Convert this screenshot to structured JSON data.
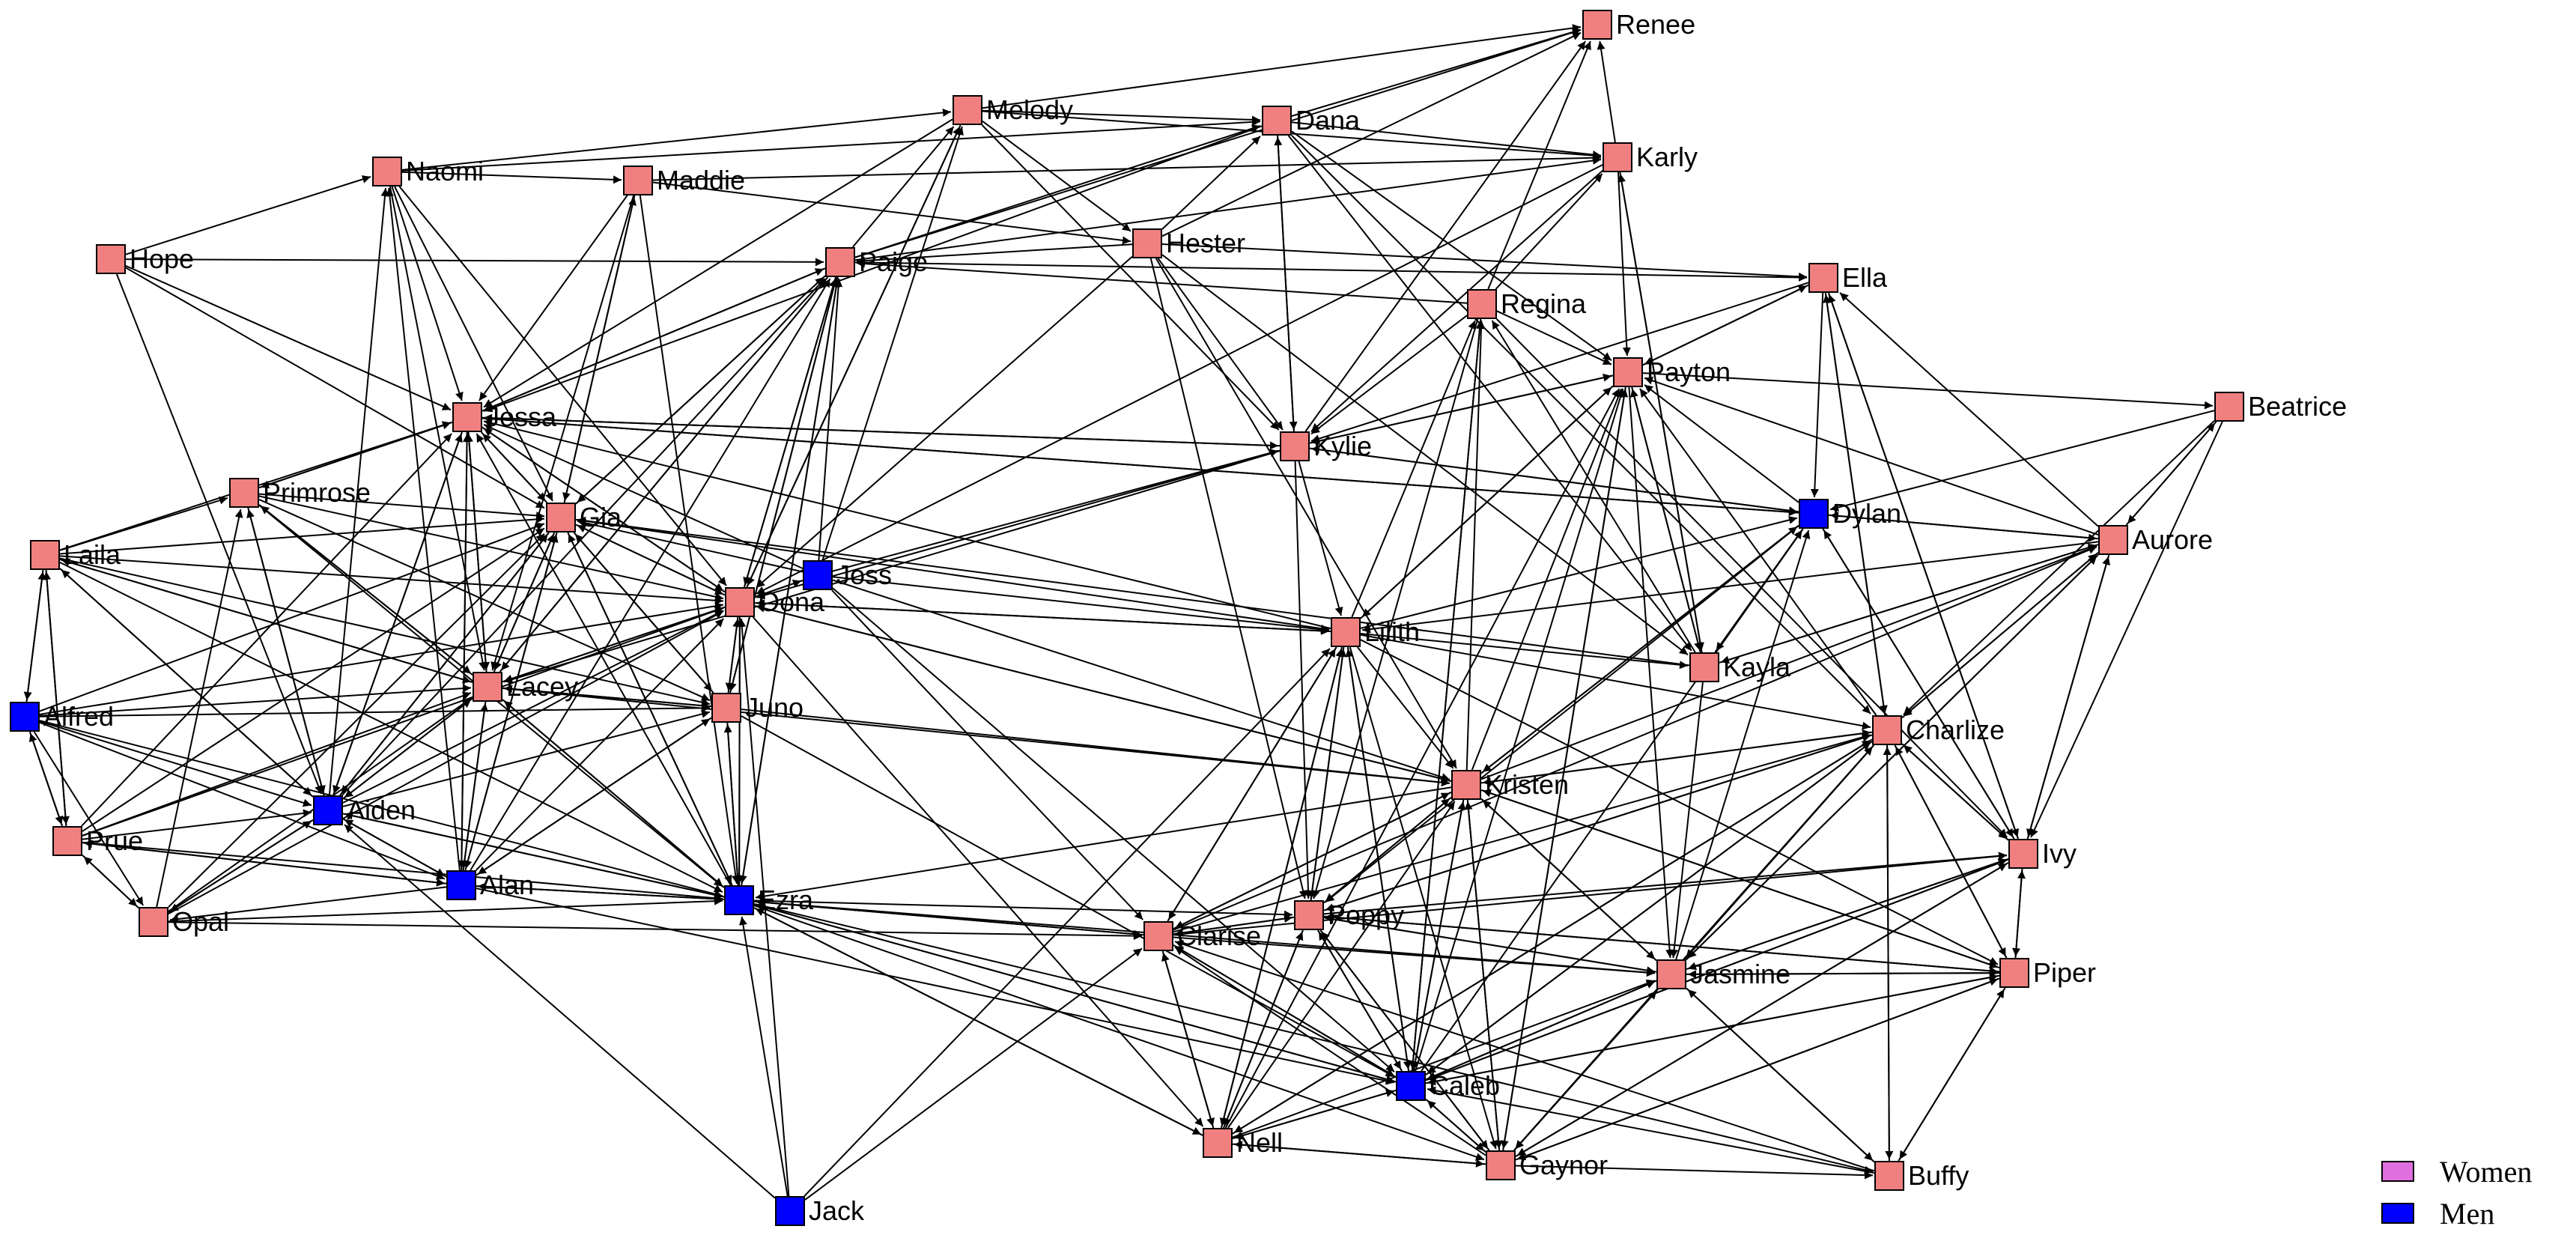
{
  "colors": {
    "women": "#f08080",
    "men": "#0000ff",
    "women_legend": "#e070e0",
    "edge": "#000000"
  },
  "legend": {
    "women": "Women",
    "men": "Men"
  },
  "nodes": [
    {
      "id": "Renee",
      "gender": "women"
    },
    {
      "id": "Melody",
      "gender": "women"
    },
    {
      "id": "Dana",
      "gender": "women"
    },
    {
      "id": "Karly",
      "gender": "women"
    },
    {
      "id": "Naomi",
      "gender": "women"
    },
    {
      "id": "Maddie",
      "gender": "women"
    },
    {
      "id": "Hope",
      "gender": "women"
    },
    {
      "id": "Paige",
      "gender": "women"
    },
    {
      "id": "Hester",
      "gender": "women"
    },
    {
      "id": "Ella",
      "gender": "women"
    },
    {
      "id": "Regina",
      "gender": "women"
    },
    {
      "id": "Payton",
      "gender": "women"
    },
    {
      "id": "Beatrice",
      "gender": "women"
    },
    {
      "id": "Jessa",
      "gender": "women"
    },
    {
      "id": "Kylie",
      "gender": "women"
    },
    {
      "id": "Primrose",
      "gender": "women"
    },
    {
      "id": "Gia",
      "gender": "women"
    },
    {
      "id": "Dylan",
      "gender": "men"
    },
    {
      "id": "Aurore",
      "gender": "women"
    },
    {
      "id": "Laila",
      "gender": "women"
    },
    {
      "id": "Joss",
      "gender": "men"
    },
    {
      "id": "Oona",
      "gender": "women"
    },
    {
      "id": "Lilith",
      "gender": "women"
    },
    {
      "id": "Kayla",
      "gender": "women"
    },
    {
      "id": "Alfred",
      "gender": "men"
    },
    {
      "id": "Lacey",
      "gender": "women"
    },
    {
      "id": "Juno",
      "gender": "women"
    },
    {
      "id": "Charlize",
      "gender": "women"
    },
    {
      "id": "Kristen",
      "gender": "women"
    },
    {
      "id": "Aiden",
      "gender": "men"
    },
    {
      "id": "Prue",
      "gender": "women"
    },
    {
      "id": "Ivy",
      "gender": "women"
    },
    {
      "id": "Alan",
      "gender": "men"
    },
    {
      "id": "Ezra",
      "gender": "men"
    },
    {
      "id": "Opal",
      "gender": "women"
    },
    {
      "id": "Poppy",
      "gender": "women"
    },
    {
      "id": "Clarise",
      "gender": "women"
    },
    {
      "id": "Jasmine",
      "gender": "women"
    },
    {
      "id": "Piper",
      "gender": "women"
    },
    {
      "id": "Caleb",
      "gender": "men"
    },
    {
      "id": "Nell",
      "gender": "women"
    },
    {
      "id": "Gaynor",
      "gender": "women"
    },
    {
      "id": "Buffy",
      "gender": "women"
    },
    {
      "id": "Jack",
      "gender": "men"
    }
  ],
  "edges": [
    [
      "Naomi",
      "Maddie"
    ],
    [
      "Naomi",
      "Jessa"
    ],
    [
      "Naomi",
      "Gia"
    ],
    [
      "Naomi",
      "Lacey"
    ],
    [
      "Naomi",
      "Oona"
    ],
    [
      "Naomi",
      "Melody"
    ],
    [
      "Naomi",
      "Dana"
    ],
    [
      "Hope",
      "Naomi"
    ],
    [
      "Hope",
      "Jessa"
    ],
    [
      "Hope",
      "Paige"
    ],
    [
      "Hope",
      "Gia"
    ],
    [
      "Hope",
      "Aiden"
    ],
    [
      "Maddie",
      "Jessa"
    ],
    [
      "Maddie",
      "Gia"
    ],
    [
      "Maddie",
      "Lacey"
    ],
    [
      "Maddie",
      "Ezra"
    ],
    [
      "Maddie",
      "Karly"
    ],
    [
      "Maddie",
      "Hester"
    ],
    [
      "Melody",
      "Dana"
    ],
    [
      "Melody",
      "Renee"
    ],
    [
      "Melody",
      "Karly"
    ],
    [
      "Melody",
      "Kylie"
    ],
    [
      "Melody",
      "Jessa"
    ],
    [
      "Melody",
      "Oona"
    ],
    [
      "Melody",
      "Hester"
    ],
    [
      "Dana",
      "Karly"
    ],
    [
      "Dana",
      "Renee"
    ],
    [
      "Dana",
      "Kylie"
    ],
    [
      "Dana",
      "Kayla"
    ],
    [
      "Dana",
      "Payton"
    ],
    [
      "Dana",
      "Jessa"
    ],
    [
      "Dana",
      "Charlize"
    ],
    [
      "Paige",
      "Melody"
    ],
    [
      "Paige",
      "Dana"
    ],
    [
      "Paige",
      "Jessa"
    ],
    [
      "Paige",
      "Gia"
    ],
    [
      "Paige",
      "Oona"
    ],
    [
      "Paige",
      "Juno"
    ],
    [
      "Paige",
      "Ezra"
    ],
    [
      "Paige",
      "Lacey"
    ],
    [
      "Paige",
      "Karly"
    ],
    [
      "Paige",
      "Renee"
    ],
    [
      "Paige",
      "Ella"
    ],
    [
      "Hester",
      "Dana"
    ],
    [
      "Hester",
      "Paige"
    ],
    [
      "Hester",
      "Renee"
    ],
    [
      "Hester",
      "Kylie"
    ],
    [
      "Hester",
      "Poppy"
    ],
    [
      "Hester",
      "Kayla"
    ],
    [
      "Hester",
      "Ella"
    ],
    [
      "Hester",
      "Oona"
    ],
    [
      "Hester",
      "Kristen"
    ],
    [
      "Regina",
      "Renee"
    ],
    [
      "Regina",
      "Karly"
    ],
    [
      "Regina",
      "Payton"
    ],
    [
      "Regina",
      "Kylie"
    ],
    [
      "Regina",
      "Caleb"
    ],
    [
      "Regina",
      "Ivy"
    ],
    [
      "Regina",
      "Paige"
    ],
    [
      "Regina",
      "Poppy"
    ],
    [
      "Karly",
      "Renee"
    ],
    [
      "Karly",
      "Payton"
    ],
    [
      "Karly",
      "Kayla"
    ],
    [
      "Karly",
      "Kylie"
    ],
    [
      "Karly",
      "Oona"
    ],
    [
      "Ella",
      "Dylan"
    ],
    [
      "Ella",
      "Charlize"
    ],
    [
      "Ella",
      "Payton"
    ],
    [
      "Ella",
      "Kylie"
    ],
    [
      "Ella",
      "Ivy"
    ],
    [
      "Payton",
      "Kylie"
    ],
    [
      "Payton",
      "Beatrice"
    ],
    [
      "Payton",
      "Kayla"
    ],
    [
      "Payton",
      "Jasmine"
    ],
    [
      "Payton",
      "Ella"
    ],
    [
      "Payton",
      "Lilith"
    ],
    [
      "Payton",
      "Gaynor"
    ],
    [
      "Beatrice",
      "Aurore"
    ],
    [
      "Beatrice",
      "Dylan"
    ],
    [
      "Beatrice",
      "Ivy"
    ],
    [
      "Beatrice",
      "Charlize"
    ],
    [
      "Kylie",
      "Dana"
    ],
    [
      "Kylie",
      "Renee"
    ],
    [
      "Kylie",
      "Payton"
    ],
    [
      "Kylie",
      "Dylan"
    ],
    [
      "Kylie",
      "Lilith"
    ],
    [
      "Kylie",
      "Jessa"
    ],
    [
      "Kylie",
      "Oona"
    ],
    [
      "Kylie",
      "Poppy"
    ],
    [
      "Kylie",
      "Lacey"
    ],
    [
      "Jessa",
      "Paige"
    ],
    [
      "Jessa",
      "Gia"
    ],
    [
      "Jessa",
      "Primrose"
    ],
    [
      "Jessa",
      "Lacey"
    ],
    [
      "Jessa",
      "Aiden"
    ],
    [
      "Jessa",
      "Alan"
    ],
    [
      "Jessa",
      "Oona"
    ],
    [
      "Jessa",
      "Kylie"
    ],
    [
      "Jessa",
      "Dylan"
    ],
    [
      "Primrose",
      "Jessa"
    ],
    [
      "Primrose",
      "Gia"
    ],
    [
      "Primrose",
      "Lacey"
    ],
    [
      "Primrose",
      "Aiden"
    ],
    [
      "Primrose",
      "Oona"
    ],
    [
      "Primrose",
      "Juno"
    ],
    [
      "Primrose",
      "Ezra"
    ],
    [
      "Gia",
      "Jessa"
    ],
    [
      "Gia",
      "Oona"
    ],
    [
      "Gia",
      "Lacey"
    ],
    [
      "Gia",
      "Aiden"
    ],
    [
      "Gia",
      "Alan"
    ],
    [
      "Gia",
      "Ezra"
    ],
    [
      "Gia",
      "Paige"
    ],
    [
      "Gia",
      "Lilith"
    ],
    [
      "Gia",
      "Maddie"
    ],
    [
      "Gia",
      "Juno"
    ],
    [
      "Laila",
      "Primrose"
    ],
    [
      "Laila",
      "Jessa"
    ],
    [
      "Laila",
      "Gia"
    ],
    [
      "Laila",
      "Oona"
    ],
    [
      "Laila",
      "Lacey"
    ],
    [
      "Laila",
      "Aiden"
    ],
    [
      "Laila",
      "Alfred"
    ],
    [
      "Laila",
      "Ezra"
    ],
    [
      "Laila",
      "Juno"
    ],
    [
      "Laila",
      "Prue"
    ],
    [
      "Joss",
      "Paige"
    ],
    [
      "Joss",
      "Melody"
    ],
    [
      "Joss",
      "Oona"
    ],
    [
      "Joss",
      "Lilith"
    ],
    [
      "Joss",
      "Kylie"
    ],
    [
      "Joss",
      "Caleb"
    ],
    [
      "Joss",
      "Jessa"
    ],
    [
      "Joss",
      "Gia"
    ],
    [
      "Joss",
      "Kristen"
    ],
    [
      "Joss",
      "Clarise"
    ],
    [
      "Oona",
      "Paige"
    ],
    [
      "Oona",
      "Melody"
    ],
    [
      "Oona",
      "Jessa"
    ],
    [
      "Oona",
      "Gia"
    ],
    [
      "Oona",
      "Juno"
    ],
    [
      "Oona",
      "Lacey"
    ],
    [
      "Oona",
      "Ezra"
    ],
    [
      "Oona",
      "Lilith"
    ],
    [
      "Oona",
      "Kristen"
    ],
    [
      "Oona",
      "Nell"
    ],
    [
      "Oona",
      "Joss"
    ],
    [
      "Lilith",
      "Payton"
    ],
    [
      "Lilith",
      "Regina"
    ],
    [
      "Lilith",
      "Dylan"
    ],
    [
      "Lilith",
      "Kayla"
    ],
    [
      "Lilith",
      "Oona"
    ],
    [
      "Lilith",
      "Poppy"
    ],
    [
      "Lilith",
      "Clarise"
    ],
    [
      "Lilith",
      "Nell"
    ],
    [
      "Lilith",
      "Caleb"
    ],
    [
      "Lilith",
      "Gaynor"
    ],
    [
      "Lilith",
      "Kristen"
    ],
    [
      "Lilith",
      "Charlize"
    ],
    [
      "Lilith",
      "Jessa"
    ],
    [
      "Lilith",
      "Piper"
    ],
    [
      "Dylan",
      "Aurore"
    ],
    [
      "Dylan",
      "Payton"
    ],
    [
      "Dylan",
      "Kylie"
    ],
    [
      "Dylan",
      "Kayla"
    ],
    [
      "Dylan",
      "Ivy"
    ],
    [
      "Dylan",
      "Kristen"
    ],
    [
      "Dylan",
      "Poppy"
    ],
    [
      "Dylan",
      "Jessa"
    ],
    [
      "Aurore",
      "Beatrice"
    ],
    [
      "Aurore",
      "Dylan"
    ],
    [
      "Aurore",
      "Ella"
    ],
    [
      "Aurore",
      "Charlize"
    ],
    [
      "Aurore",
      "Ivy"
    ],
    [
      "Aurore",
      "Kayla"
    ],
    [
      "Aurore",
      "Payton"
    ],
    [
      "Aurore",
      "Lilith"
    ],
    [
      "Aurore",
      "Jasmine"
    ],
    [
      "Kayla",
      "Payton"
    ],
    [
      "Kayla",
      "Karly"
    ],
    [
      "Kayla",
      "Dylan"
    ],
    [
      "Kayla",
      "Aurore"
    ],
    [
      "Kayla",
      "Regina"
    ],
    [
      "Kayla",
      "Jasmine"
    ],
    [
      "Kayla",
      "Gia"
    ],
    [
      "Alfred",
      "Laila"
    ],
    [
      "Alfred",
      "Prue"
    ],
    [
      "Alfred",
      "Aiden"
    ],
    [
      "Alfred",
      "Gia"
    ],
    [
      "Alfred",
      "Lacey"
    ],
    [
      "Alfred",
      "Oona"
    ],
    [
      "Alfred",
      "Alan"
    ],
    [
      "Alfred",
      "Ezra"
    ],
    [
      "Alfred",
      "Juno"
    ],
    [
      "Alfred",
      "Opal"
    ],
    [
      "Lacey",
      "Jessa"
    ],
    [
      "Lacey",
      "Gia"
    ],
    [
      "Lacey",
      "Oona"
    ],
    [
      "Lacey",
      "Juno"
    ],
    [
      "Lacey",
      "Ezra"
    ],
    [
      "Lacey",
      "Aiden"
    ],
    [
      "Lacey",
      "Alan"
    ],
    [
      "Lacey",
      "Primrose"
    ],
    [
      "Lacey",
      "Paige"
    ],
    [
      "Lacey",
      "Laila"
    ],
    [
      "Lacey",
      "Kristen"
    ],
    [
      "Juno",
      "Oona"
    ],
    [
      "Juno",
      "Paige"
    ],
    [
      "Juno",
      "Ezra"
    ],
    [
      "Juno",
      "Lacey"
    ],
    [
      "Juno",
      "Kristen"
    ],
    [
      "Juno",
      "Caleb"
    ],
    [
      "Juno",
      "Gia"
    ],
    [
      "Juno",
      "Alan"
    ],
    [
      "Charlize",
      "Ella"
    ],
    [
      "Charlize",
      "Payton"
    ],
    [
      "Charlize",
      "Ivy"
    ],
    [
      "Charlize",
      "Piper"
    ],
    [
      "Charlize",
      "Buffy"
    ],
    [
      "Charlize",
      "Aurore"
    ],
    [
      "Charlize",
      "Kristen"
    ],
    [
      "Charlize",
      "Poppy"
    ],
    [
      "Charlize",
      "Jasmine"
    ],
    [
      "Charlize",
      "Caleb"
    ],
    [
      "Charlize",
      "Gaynor"
    ],
    [
      "Charlize",
      "Nell"
    ],
    [
      "Kristen",
      "Payton"
    ],
    [
      "Kristen",
      "Regina"
    ],
    [
      "Kristen",
      "Dylan"
    ],
    [
      "Kristen",
      "Charlize"
    ],
    [
      "Kristen",
      "Poppy"
    ],
    [
      "Kristen",
      "Clarise"
    ],
    [
      "Kristen",
      "Caleb"
    ],
    [
      "Kristen",
      "Gaynor"
    ],
    [
      "Kristen",
      "Jasmine"
    ],
    [
      "Kristen",
      "Piper"
    ],
    [
      "Kristen",
      "Aurore"
    ],
    [
      "Kristen",
      "Oona"
    ],
    [
      "Kristen",
      "Ezra"
    ],
    [
      "Aiden",
      "Jessa"
    ],
    [
      "Aiden",
      "Gia"
    ],
    [
      "Aiden",
      "Lacey"
    ],
    [
      "Aiden",
      "Oona"
    ],
    [
      "Aiden",
      "Juno"
    ],
    [
      "Aiden",
      "Ezra"
    ],
    [
      "Aiden",
      "Alan"
    ],
    [
      "Aiden",
      "Opal"
    ],
    [
      "Aiden",
      "Laila"
    ],
    [
      "Aiden",
      "Primrose"
    ],
    [
      "Aiden",
      "Naomi"
    ],
    [
      "Aiden",
      "Paige"
    ],
    [
      "Prue",
      "Laila"
    ],
    [
      "Prue",
      "Alfred"
    ],
    [
      "Prue",
      "Opal"
    ],
    [
      "Prue",
      "Aiden"
    ],
    [
      "Prue",
      "Lacey"
    ],
    [
      "Prue",
      "Jessa"
    ],
    [
      "Prue",
      "Gia"
    ],
    [
      "Prue",
      "Oona"
    ],
    [
      "Prue",
      "Alan"
    ],
    [
      "Prue",
      "Ezra"
    ],
    [
      "Opal",
      "Prue"
    ],
    [
      "Opal",
      "Aiden"
    ],
    [
      "Opal",
      "Lacey"
    ],
    [
      "Opal",
      "Gia"
    ],
    [
      "Opal",
      "Primrose"
    ],
    [
      "Opal",
      "Ezra"
    ],
    [
      "Opal",
      "Oona"
    ],
    [
      "Opal",
      "Clarise"
    ],
    [
      "Alan",
      "Jessa"
    ],
    [
      "Alan",
      "Gia"
    ],
    [
      "Alan",
      "Lacey"
    ],
    [
      "Alan",
      "Oona"
    ],
    [
      "Alan",
      "Juno"
    ],
    [
      "Alan",
      "Ezra"
    ],
    [
      "Alan",
      "Aiden"
    ],
    [
      "Alan",
      "Opal"
    ],
    [
      "Alan",
      "Prue"
    ],
    [
      "Alan",
      "Caleb"
    ],
    [
      "Alan",
      "Paige"
    ],
    [
      "Alan",
      "Naomi"
    ],
    [
      "Ezra",
      "Jessa"
    ],
    [
      "Ezra",
      "Gia"
    ],
    [
      "Ezra",
      "Oona"
    ],
    [
      "Ezra",
      "Juno"
    ],
    [
      "Ezra",
      "Lacey"
    ],
    [
      "Ezra",
      "Aiden"
    ],
    [
      "Ezra",
      "Alan"
    ],
    [
      "Ezra",
      "Paige"
    ],
    [
      "Ezra",
      "Caleb"
    ],
    [
      "Ezra",
      "Clarise"
    ],
    [
      "Ezra",
      "Nell"
    ],
    [
      "Ezra",
      "Gaynor"
    ],
    [
      "Ezra",
      "Jasmine"
    ],
    [
      "Ezra",
      "Poppy"
    ],
    [
      "Ezra",
      "Buffy"
    ],
    [
      "Poppy",
      "Kristen"
    ],
    [
      "Poppy",
      "Charlize"
    ],
    [
      "Poppy",
      "Jasmine"
    ],
    [
      "Poppy",
      "Piper"
    ],
    [
      "Poppy",
      "Caleb"
    ],
    [
      "Poppy",
      "Nell"
    ],
    [
      "Poppy",
      "Gaynor"
    ],
    [
      "Poppy",
      "Clarise"
    ],
    [
      "Poppy",
      "Lilith"
    ],
    [
      "Poppy",
      "Ivy"
    ],
    [
      "Clarise",
      "Poppy"
    ],
    [
      "Clarise",
      "Kristen"
    ],
    [
      "Clarise",
      "Charlize"
    ],
    [
      "Clarise",
      "Jasmine"
    ],
    [
      "Clarise",
      "Caleb"
    ],
    [
      "Clarise",
      "Nell"
    ],
    [
      "Clarise",
      "Lilith"
    ],
    [
      "Clarise",
      "Ezra"
    ],
    [
      "Clarise",
      "Ivy"
    ],
    [
      "Clarise",
      "Aurore"
    ],
    [
      "Jasmine",
      "Piper"
    ],
    [
      "Jasmine",
      "Ivy"
    ],
    [
      "Jasmine",
      "Charlize"
    ],
    [
      "Jasmine",
      "Kristen"
    ],
    [
      "Jasmine",
      "Caleb"
    ],
    [
      "Jasmine",
      "Gaynor"
    ],
    [
      "Jasmine",
      "Poppy"
    ],
    [
      "Jasmine",
      "Buffy"
    ],
    [
      "Jasmine",
      "Aurore"
    ],
    [
      "Jasmine",
      "Dylan"
    ],
    [
      "Piper",
      "Ivy"
    ],
    [
      "Piper",
      "Jasmine"
    ],
    [
      "Piper",
      "Charlize"
    ],
    [
      "Piper",
      "Caleb"
    ],
    [
      "Piper",
      "Gaynor"
    ],
    [
      "Piper",
      "Buffy"
    ],
    [
      "Piper",
      "Kristen"
    ],
    [
      "Piper",
      "Poppy"
    ],
    [
      "Ivy",
      "Charlize"
    ],
    [
      "Ivy",
      "Aurore"
    ],
    [
      "Ivy",
      "Piper"
    ],
    [
      "Ivy",
      "Jasmine"
    ],
    [
      "Ivy",
      "Caleb"
    ],
    [
      "Ivy",
      "Gaynor"
    ],
    [
      "Ivy",
      "Ella"
    ],
    [
      "Ivy",
      "Dylan"
    ],
    [
      "Caleb",
      "Kristen"
    ],
    [
      "Caleb",
      "Poppy"
    ],
    [
      "Caleb",
      "Clarise"
    ],
    [
      "Caleb",
      "Jasmine"
    ],
    [
      "Caleb",
      "Piper"
    ],
    [
      "Caleb",
      "Nell"
    ],
    [
      "Caleb",
      "Gaynor"
    ],
    [
      "Caleb",
      "Ivy"
    ],
    [
      "Caleb",
      "Charlize"
    ],
    [
      "Caleb",
      "Ezra"
    ],
    [
      "Caleb",
      "Lilith"
    ],
    [
      "Caleb",
      "Regina"
    ],
    [
      "Caleb",
      "Payton"
    ],
    [
      "Caleb",
      "Dylan"
    ],
    [
      "Nell",
      "Caleb"
    ],
    [
      "Nell",
      "Gaynor"
    ],
    [
      "Nell",
      "Clarise"
    ],
    [
      "Nell",
      "Poppy"
    ],
    [
      "Nell",
      "Kristen"
    ],
    [
      "Nell",
      "Charlize"
    ],
    [
      "Nell",
      "Jasmine"
    ],
    [
      "Nell",
      "Ezra"
    ],
    [
      "Nell",
      "Lilith"
    ],
    [
      "Nell",
      "Payton"
    ],
    [
      "Gaynor",
      "Caleb"
    ],
    [
      "Gaynor",
      "Jasmine"
    ],
    [
      "Gaynor",
      "Piper"
    ],
    [
      "Gaynor",
      "Buffy"
    ],
    [
      "Gaynor",
      "Kristen"
    ],
    [
      "Gaynor",
      "Poppy"
    ],
    [
      "Gaynor",
      "Clarise"
    ],
    [
      "Gaynor",
      "Ivy"
    ],
    [
      "Gaynor",
      "Nell"
    ],
    [
      "Gaynor",
      "Charlize"
    ],
    [
      "Gaynor",
      "Payton"
    ],
    [
      "Buffy",
      "Jasmine"
    ],
    [
      "Buffy",
      "Piper"
    ],
    [
      "Buffy",
      "Charlize"
    ],
    [
      "Buffy",
      "Caleb"
    ],
    [
      "Buffy",
      "Clarise"
    ],
    [
      "Jack",
      "Ezra"
    ],
    [
      "Jack",
      "Aiden"
    ],
    [
      "Jack",
      "Oona"
    ],
    [
      "Jack",
      "Clarise"
    ],
    [
      "Jack",
      "Lilith"
    ]
  ]
}
